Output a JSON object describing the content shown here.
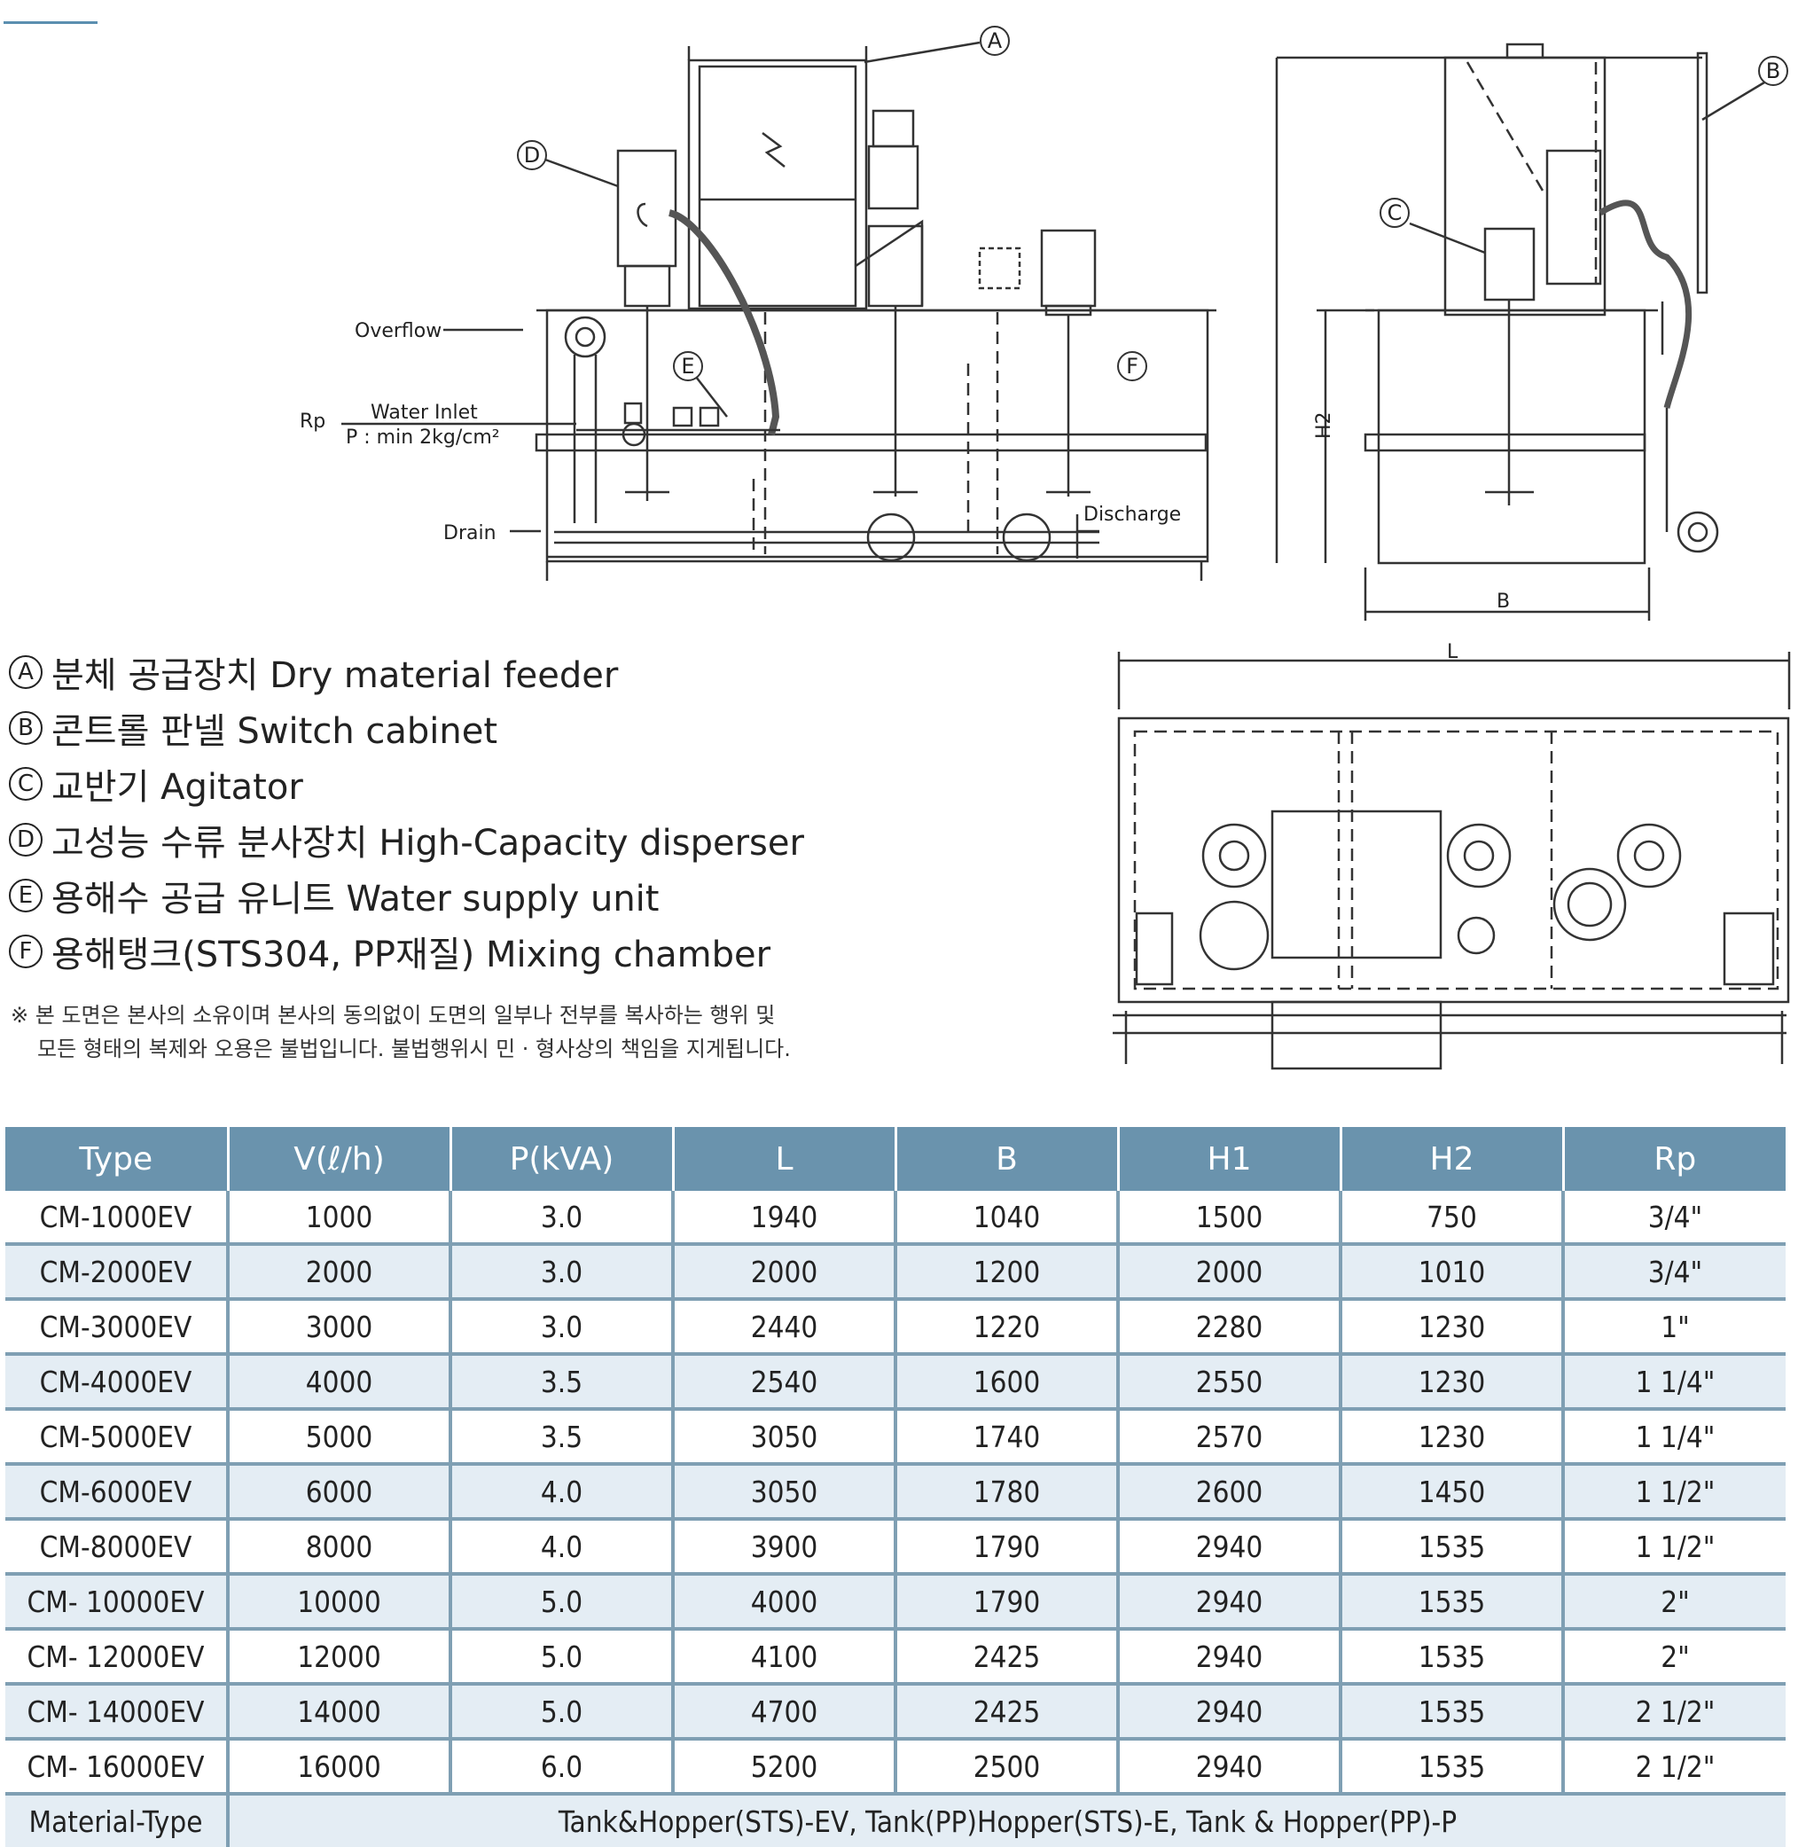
{
  "drawing": {
    "labels": {
      "overflow": "Overflow",
      "rp": "Rp",
      "water_inlet": "Water Inlet",
      "pressure": "P : min 2kg/cm²",
      "drain": "Drain",
      "discharge": "Discharge",
      "h2": "H2",
      "b": "B",
      "l": "L"
    },
    "callouts": [
      "A",
      "B",
      "C",
      "D",
      "E",
      "F"
    ]
  },
  "legend": [
    {
      "badge": "A",
      "text": "분체 공급장치 Dry material feeder"
    },
    {
      "badge": "B",
      "text": "콘트롤 판넬 Switch cabinet"
    },
    {
      "badge": "C",
      "text": "교반기 Agitator"
    },
    {
      "badge": "D",
      "text": "고성능 수류 분사장치 High-Capacity disperser"
    },
    {
      "badge": "E",
      "text": "용해수 공급 유니트 Water supply unit"
    },
    {
      "badge": "F",
      "text": "용해탱크(STS304, PP재질) Mixing chamber"
    }
  ],
  "notice": {
    "line1": "※ 본 도면은 본사의 소유이며 본사의 동의없이 도면의 일부나 전부를 복사하는 행위 및",
    "line2": "모든 형태의 복제와 오용은 불법입니다. 불법행위시 민 · 형사상의 책임을 지게됩니다."
  },
  "table": {
    "headers": [
      "Type",
      "V(ℓ/h)",
      "P(kVA)",
      "L",
      "B",
      "H1",
      "H2",
      "Rp"
    ],
    "rows": [
      [
        "CM-1000EV",
        "1000",
        "3.0",
        "1940",
        "1040",
        "1500",
        "750",
        "3/4\""
      ],
      [
        "CM-2000EV",
        "2000",
        "3.0",
        "2000",
        "1200",
        "2000",
        "1010",
        "3/4\""
      ],
      [
        "CM-3000EV",
        "3000",
        "3.0",
        "2440",
        "1220",
        "2280",
        "1230",
        "1\""
      ],
      [
        "CM-4000EV",
        "4000",
        "3.5",
        "2540",
        "1600",
        "2550",
        "1230",
        "1 1/4\""
      ],
      [
        "CM-5000EV",
        "5000",
        "3.5",
        "3050",
        "1740",
        "2570",
        "1230",
        "1 1/4\""
      ],
      [
        "CM-6000EV",
        "6000",
        "4.0",
        "3050",
        "1780",
        "2600",
        "1450",
        "1 1/2\""
      ],
      [
        "CM-8000EV",
        "8000",
        "4.0",
        "3900",
        "1790",
        "2940",
        "1535",
        "1 1/2\""
      ],
      [
        "CM- 10000EV",
        "10000",
        "5.0",
        "4000",
        "1790",
        "2940",
        "1535",
        "2\""
      ],
      [
        "CM- 12000EV",
        "12000",
        "5.0",
        "4100",
        "2425",
        "2940",
        "1535",
        "2\""
      ],
      [
        "CM- 14000EV",
        "14000",
        "5.0",
        "4700",
        "2425",
        "2940",
        "1535",
        "2 1/2\""
      ],
      [
        "CM- 16000EV",
        "16000",
        "6.0",
        "5200",
        "2500",
        "2940",
        "1535",
        "2 1/2\""
      ]
    ],
    "material": {
      "label": "Material-Type",
      "value": "Tank&Hopper(STS)-EV, Tank(PP)Hopper(STS)-E, Tank & Hopper(PP)-P"
    }
  }
}
